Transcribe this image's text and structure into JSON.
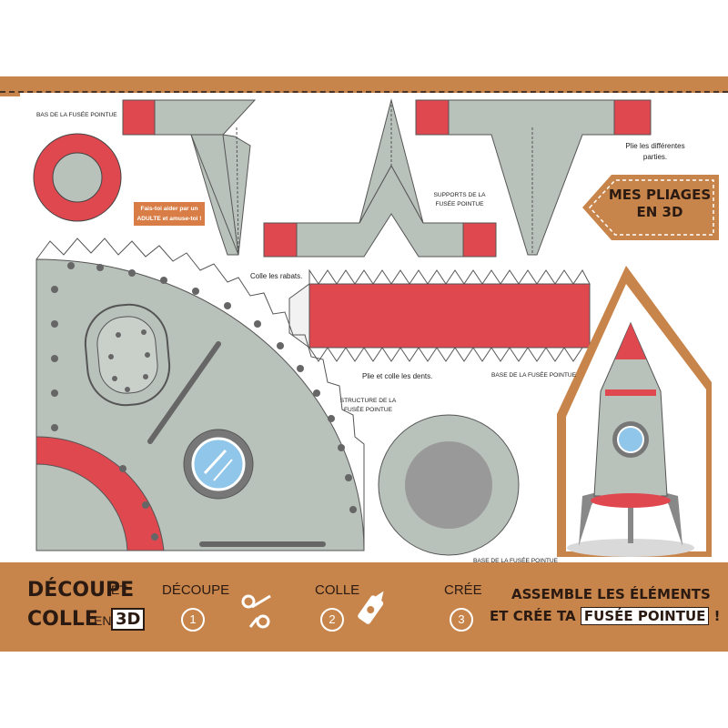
{
  "labels": {
    "bottom_base": "BAS DE LA FUSÉE POINTUE",
    "supports": "SUPPORTS DE LA FUSÉE POINTUE",
    "base_right": "BASE DE LA FUSÉE POINTUE",
    "structure": "STRUCTURE DE LA FUSÉE POINTUE",
    "base_bottom": "BASE DE LA FUSÉE POINTUE"
  },
  "notes": {
    "fold_parts": "Plie les différentes parties.",
    "glue_flaps": "Colle les rabats.",
    "fold_glue_teeth": "Plie et colle les dents.",
    "helper": "Fais-toi aider par un ADULTE et amuse-toi !"
  },
  "tag": {
    "title": "MES PLIAGES EN 3D"
  },
  "footer": {
    "word1": "DÉCOUPE",
    "word1_small": "ET",
    "word2": "COLLE",
    "word2_small": "EN",
    "word3": "3D",
    "steps": [
      {
        "label": "DÉCOUPE",
        "num": "1",
        "icon": "scissors-icon"
      },
      {
        "label": "COLLE",
        "num": "2",
        "icon": "glue-icon"
      },
      {
        "label": "CRÉE",
        "num": "3",
        "icon": "none"
      }
    ],
    "cta_line1": "ASSEMBLE LES ÉLÉMENTS",
    "cta_line2_prefix": "ET CRÉE TA",
    "cta_highlight": "FUSÉE POINTUE",
    "cta_suffix": "!"
  },
  "colors": {
    "brown": "#c8854b",
    "gray": "#b9c1bb",
    "red": "#e0484f",
    "dark": "#2a1a12",
    "window_blue": "#8fc6ea"
  }
}
